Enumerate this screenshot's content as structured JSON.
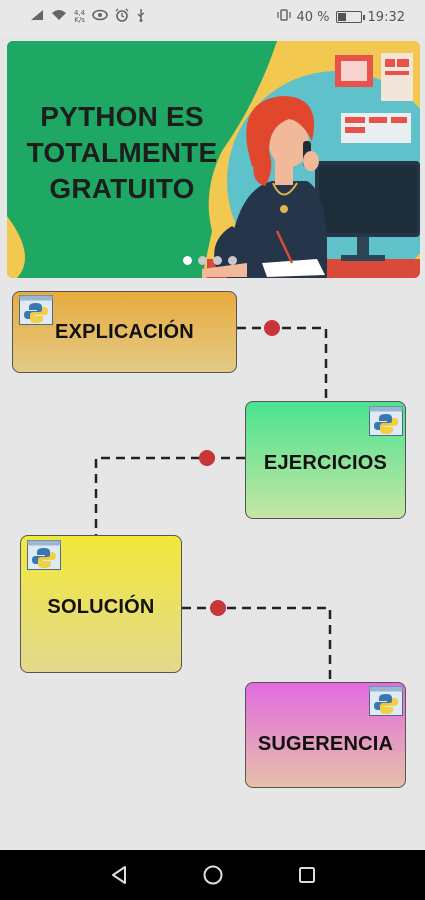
{
  "status_bar": {
    "net_speed_value": "4,4",
    "net_speed_unit": "K/s",
    "battery_percent_label": "40 %",
    "battery_level": 0.4,
    "time": "19:32"
  },
  "banner": {
    "title_lines": [
      "PYTHON ES",
      "TOTALMENTE",
      "GRATUITO"
    ],
    "carousel_pages": 4,
    "carousel_active_index": 0
  },
  "flow": {
    "steps": [
      {
        "id": "explicacion",
        "label": "EXPLICACIÓN",
        "icon": "python-icon"
      },
      {
        "id": "ejercicios",
        "label": "EJERCICIOS",
        "icon": "python-icon"
      },
      {
        "id": "solucion",
        "label": "SOLUCIÓN",
        "icon": "python-icon"
      },
      {
        "id": "sugerencia",
        "label": "SUGERENCIA",
        "icon": "python-icon"
      }
    ],
    "colors": {
      "connector_dot": "#c9363a",
      "connector_line": "#222222"
    }
  },
  "nav_bar": {
    "buttons": [
      "back-icon",
      "home-icon",
      "recents-icon"
    ]
  }
}
